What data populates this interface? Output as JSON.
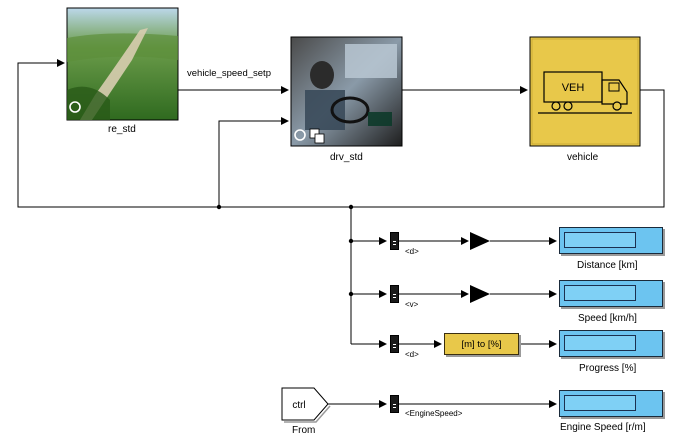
{
  "blocks": {
    "road": {
      "label": "re_std"
    },
    "driver": {
      "label": "drv_std"
    },
    "vehicle": {
      "label": "vehicle",
      "icon_text": "VEH"
    },
    "conversion": {
      "text": "[m] to [%]"
    },
    "from": {
      "tag": "ctrl",
      "label": "From"
    }
  },
  "signals": {
    "speed_setpoint": "vehicle_speed_setp",
    "distance_sel": "<d>",
    "speed_sel": "<v>",
    "progress_sel": "<d>",
    "engine_sel": "<EngineSpeed>"
  },
  "displays": [
    {
      "label": "Distance [km]"
    },
    {
      "label": "Speed [km/h]"
    },
    {
      "label": "Progress [%]"
    },
    {
      "label": "Engine Speed  [r/m]"
    }
  ],
  "colors": {
    "vehicle_fill": "#e8c84a",
    "display_fill": "#6cc4f0",
    "line": "#000000"
  }
}
